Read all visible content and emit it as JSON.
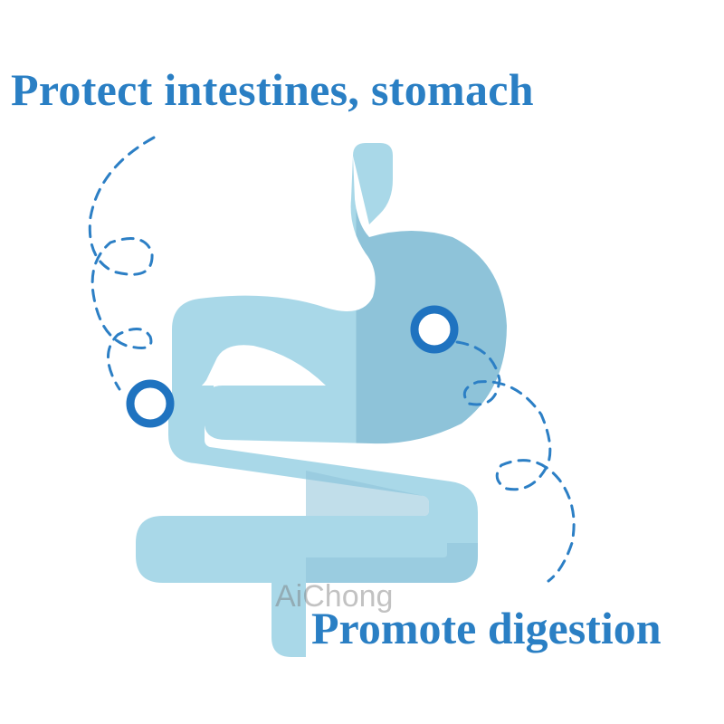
{
  "headline_top": "Protect intestines, stomach",
  "headline_bottom": "Promote digestion",
  "watermark": "AiChong",
  "colors": {
    "text_blue": "#2a7fc4",
    "organ_light": "#a9d8e8",
    "organ_dark": "#8ec3d9",
    "ring_blue": "#1f73c0",
    "dash_blue": "#2c7fc5"
  },
  "icons": [
    "stomach-intestine-illustration",
    "ring-marker-icon",
    "dashed-path"
  ]
}
